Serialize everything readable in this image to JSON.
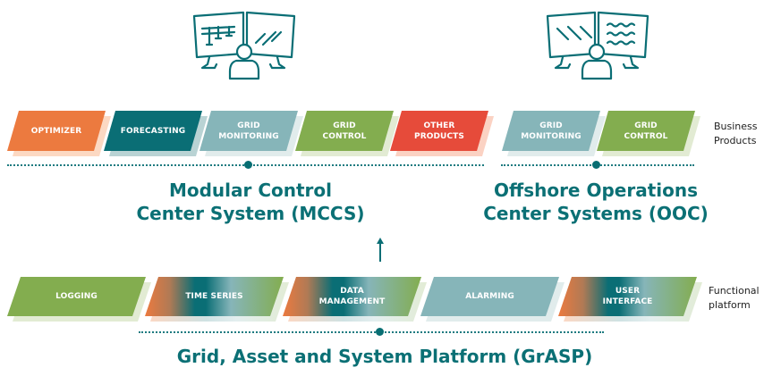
{
  "colors": {
    "teal_dark": "#0a6e75",
    "teal_light": "#86b5b9",
    "orange": "#ec7a3f",
    "green": "#83ad4f",
    "red": "#e64b3a",
    "title_teal": "#0b7075"
  },
  "icons": {
    "mccs_operator": "operator-with-two-monitors-grid-icon",
    "ooc_operator": "operator-with-two-monitors-waves-icon",
    "arrow": "arrow-up-icon"
  },
  "business_layer": {
    "label": "Business\nProducts",
    "mccs_products": [
      {
        "label": "OPTIMIZER",
        "color": "orange"
      },
      {
        "label": "FORECASTING",
        "color": "teal_dark"
      },
      {
        "label": "GRID\nMONITORING",
        "color": "teal_light"
      },
      {
        "label": "GRID\nCONTROL",
        "color": "green"
      },
      {
        "label": "OTHER\nPRODUCTS",
        "color": "red"
      }
    ],
    "ooc_products": [
      {
        "label": "GRID\nMONITORING",
        "color": "teal_light"
      },
      {
        "label": "GRID\nCONTROL",
        "color": "green"
      }
    ]
  },
  "systems": {
    "mccs_title": "Modular Control\nCenter System (MCCS)",
    "ooc_title": "Offshore Operations\nCenter Systems (OOC)"
  },
  "functional_layer": {
    "label": "Functional\nplatform",
    "modules": [
      {
        "label": "LOGGING",
        "fill": "green"
      },
      {
        "label": "TIME SERIES",
        "fill": "gradient"
      },
      {
        "label": "DATA\nMANAGEMENT",
        "fill": "gradient"
      },
      {
        "label": "ALARMING",
        "fill": "teal_light"
      },
      {
        "label": "USER\nINTERFACE",
        "fill": "gradient"
      }
    ],
    "platform_title": "Grid, Asset and System Platform (GrASP)"
  }
}
